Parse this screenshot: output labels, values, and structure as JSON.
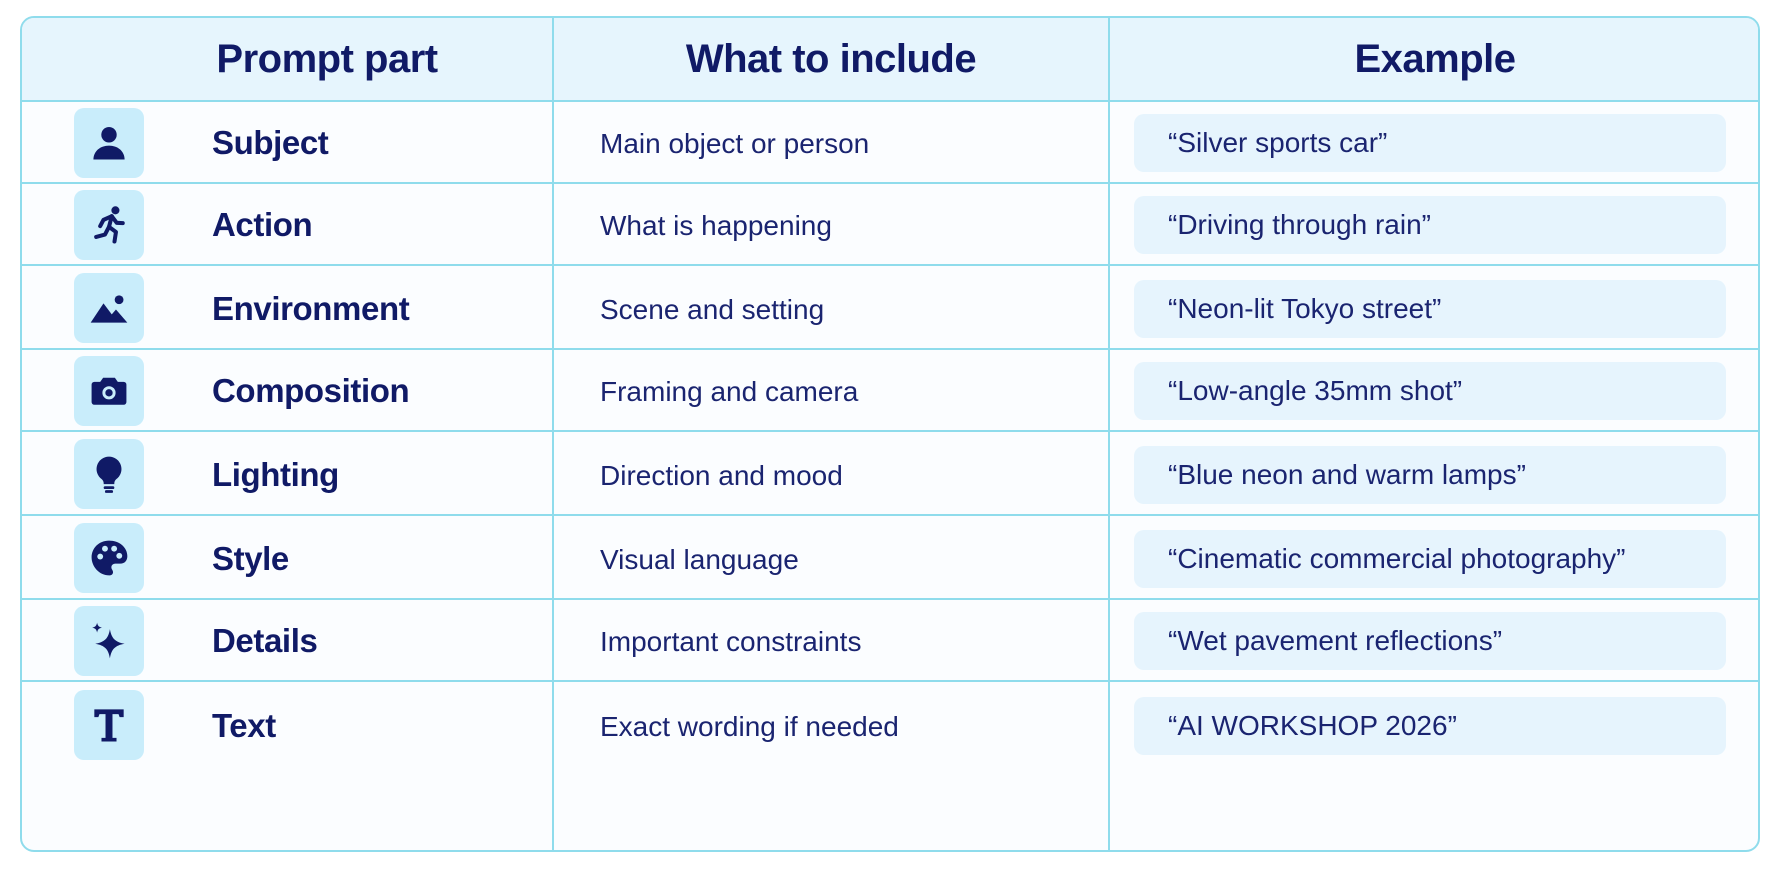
{
  "colors": {
    "navy": "#101a66",
    "border": "#8fdcec",
    "header_bg": "#e6f5fd",
    "icon_bg": "#c9edfb",
    "pill_bg": "#e6f4fd"
  },
  "header": {
    "col1": "Prompt part",
    "col2": "What to include",
    "col3": "Example"
  },
  "rows": [
    {
      "icon": "person-icon",
      "part": "Subject",
      "include": "Main object or person",
      "example": "“Silver sports car”"
    },
    {
      "icon": "running-person-icon",
      "part": "Action",
      "include": "What is happening",
      "example": "“Driving through rain”"
    },
    {
      "icon": "landscape-icon",
      "part": "Environment",
      "include": "Scene and setting",
      "example": "“Neon-lit Tokyo street”"
    },
    {
      "icon": "camera-icon",
      "part": "Composition",
      "include": "Framing and camera",
      "example": "“Low-angle 35mm shot”"
    },
    {
      "icon": "lightbulb-icon",
      "part": "Lighting",
      "include": "Direction and mood",
      "example": "“Blue neon and warm lamps”"
    },
    {
      "icon": "palette-icon",
      "part": "Style",
      "include": "Visual language",
      "example": "“Cinematic commercial photography”"
    },
    {
      "icon": "sparkle-icon",
      "part": "Details",
      "include": "Important constraints",
      "example": "“Wet pavement reflections”"
    },
    {
      "icon": "text-t-icon",
      "part": "Text",
      "include": "Exact wording if needed",
      "example": "“AI WORKSHOP 2026”"
    }
  ]
}
